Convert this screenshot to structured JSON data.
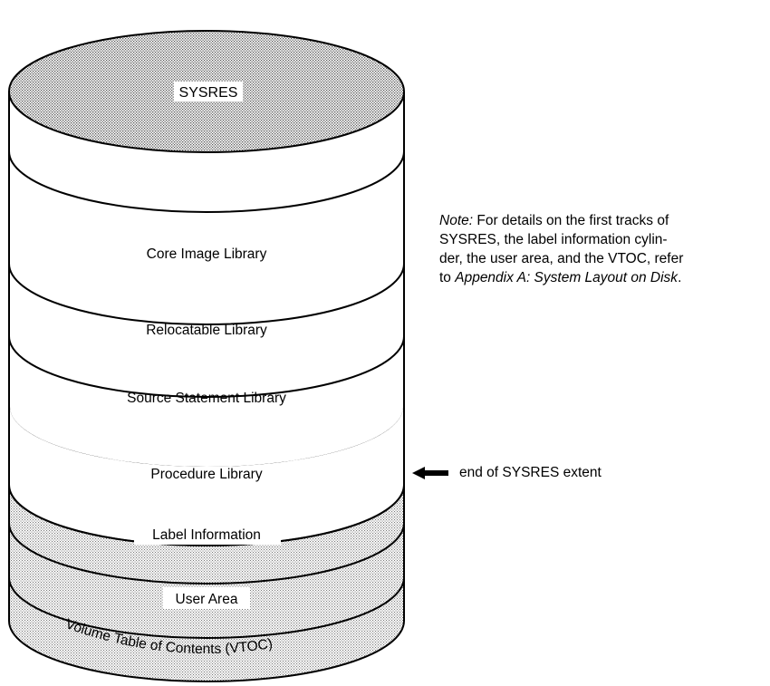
{
  "disk": {
    "title": "SYSRES",
    "layers": [
      "Core Image Library",
      "Relocatable Library",
      "Source Statement Library",
      "Procedure Library",
      "Label Information",
      "User Area"
    ],
    "vtoc_words": [
      "Volume",
      "Table",
      "of",
      "Contents",
      "(VTOC)"
    ]
  },
  "note": {
    "prefix": "Note:",
    "line1_rest": " For details on the first tracks of",
    "line2": "SYSRES, the label information cylin-",
    "line3": "der, the user area, and the VTOC, refer",
    "line4_to": "to ",
    "line4_ref": "Appendix A: System Layout on Disk",
    "line4_end": "."
  },
  "extent_label": "end of SYSRES extent"
}
